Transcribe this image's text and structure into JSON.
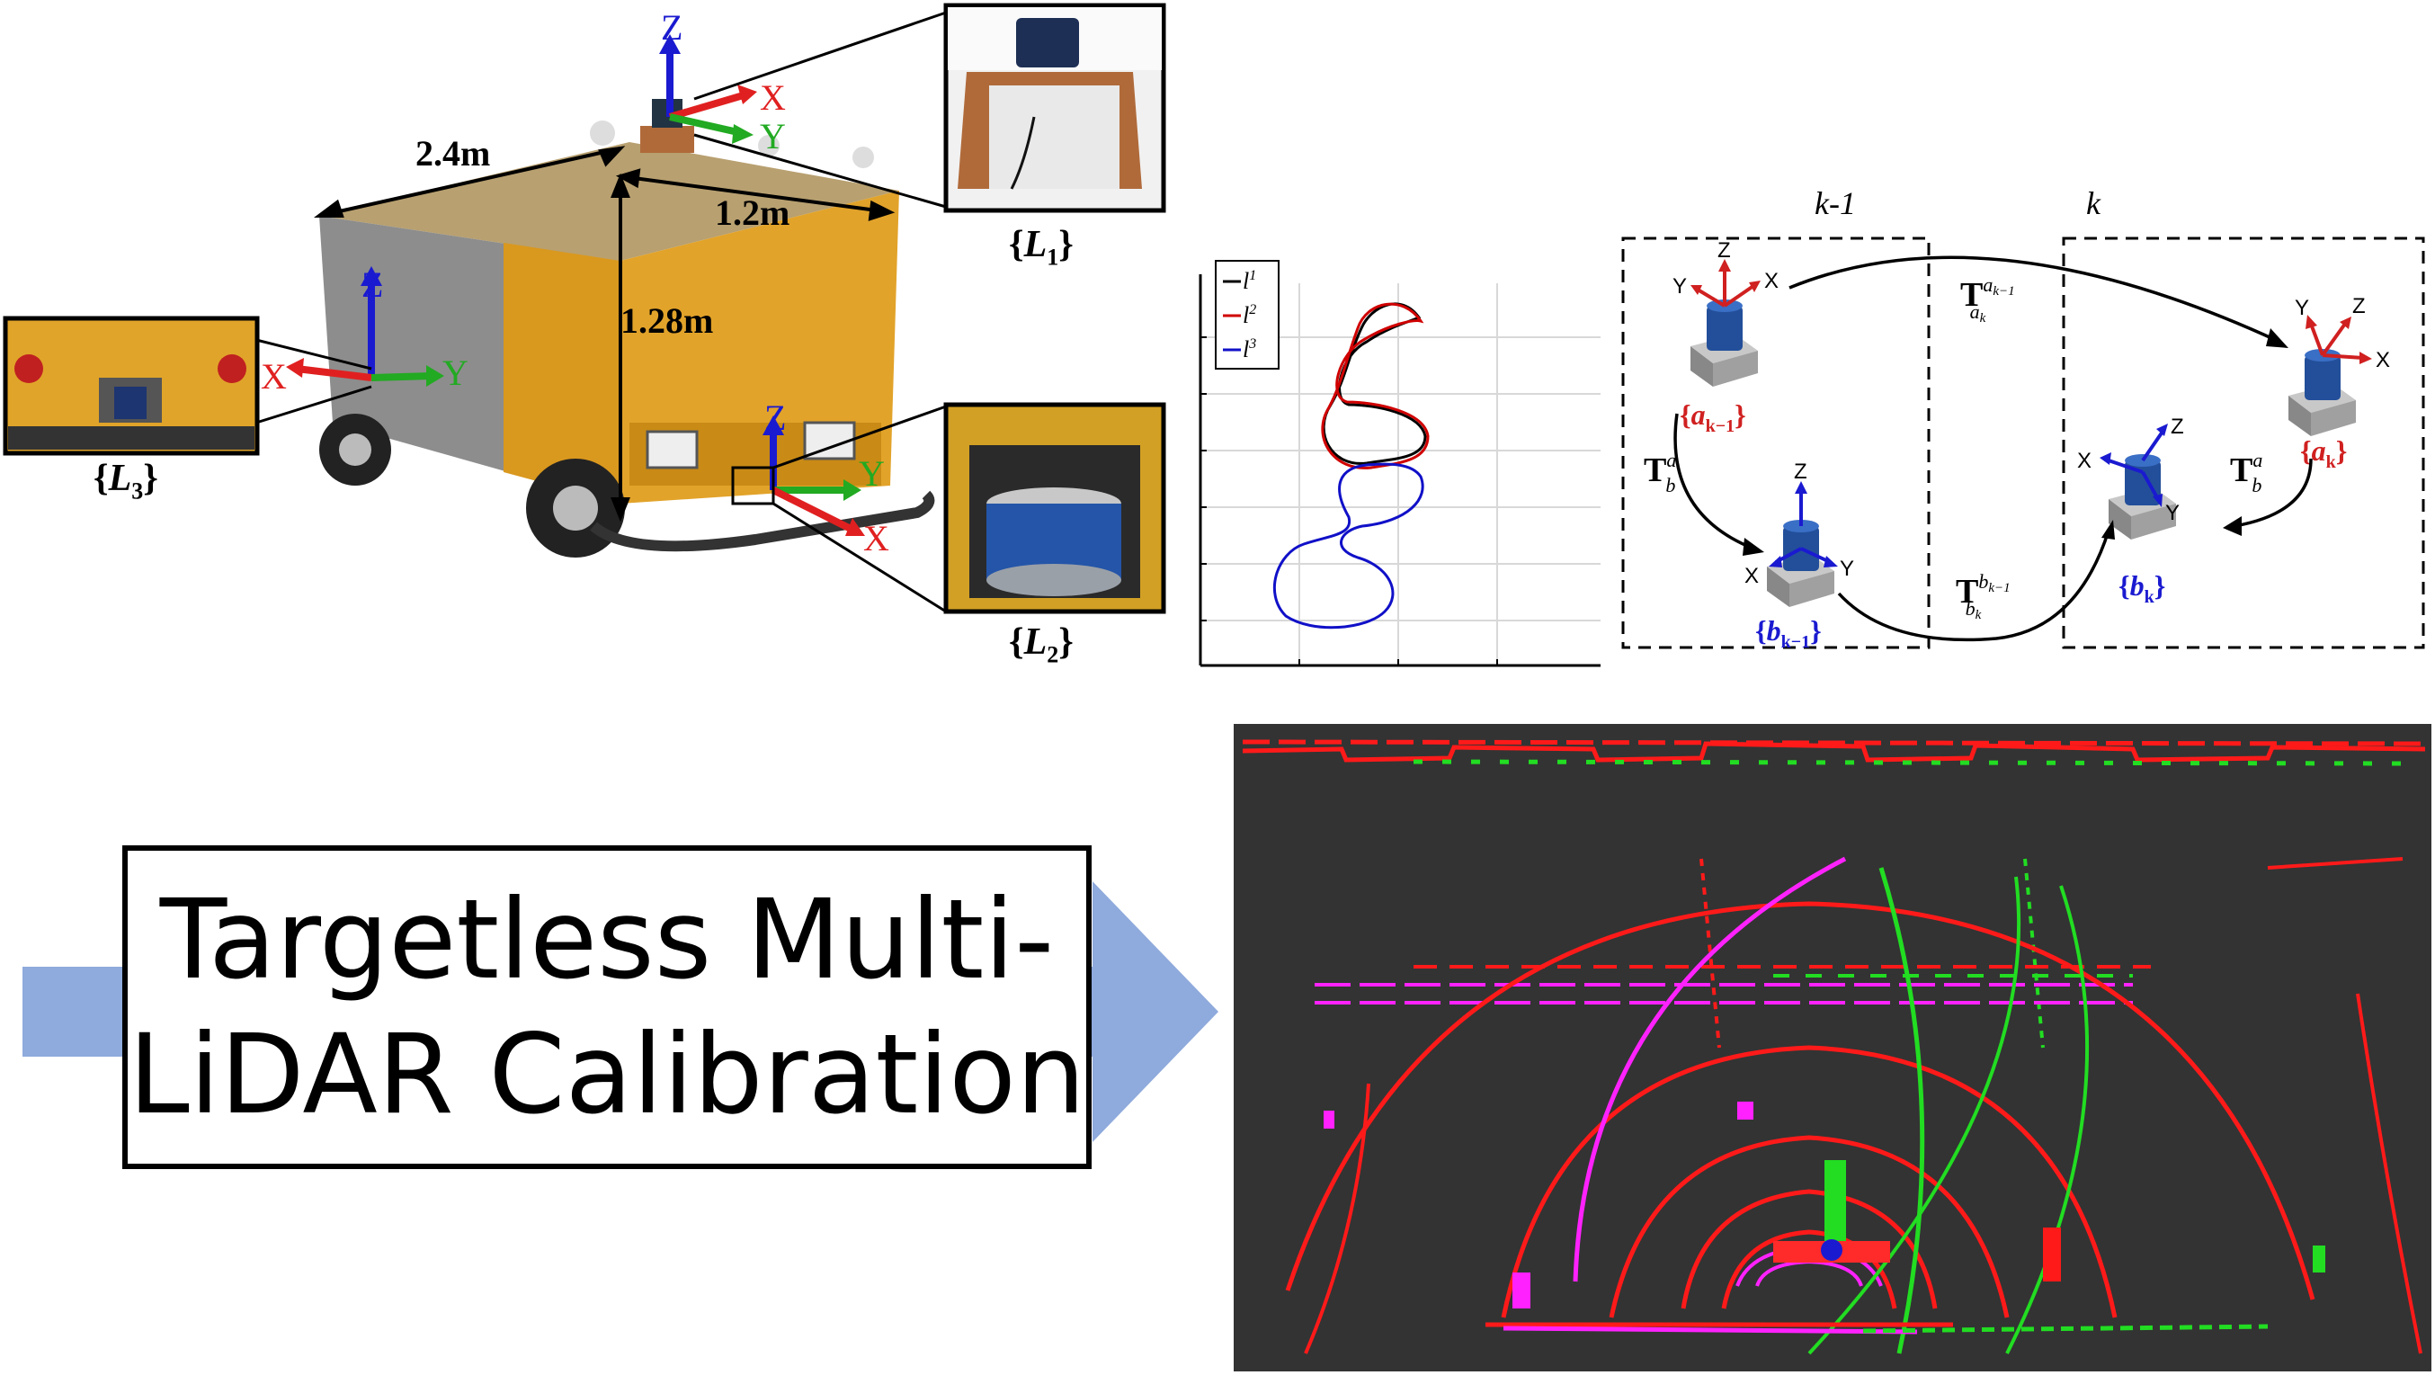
{
  "vehicle": {
    "dim_length": "2.4m",
    "dim_width": "1.2m",
    "dim_height": "1.28m",
    "axes": {
      "x": "X",
      "y": "Y",
      "z": "Z"
    }
  },
  "insets": {
    "l1": {
      "label": "L",
      "sub": "1"
    },
    "l2": {
      "label": "L",
      "sub": "2"
    },
    "l3": {
      "label": "L",
      "sub": "3"
    }
  },
  "trajectory_plot": {
    "legend": [
      {
        "name": "l",
        "sup": "1",
        "color": "#000000"
      },
      {
        "name": "l",
        "sup": "2",
        "color": "#d00000"
      },
      {
        "name": "l",
        "sup": "3",
        "color": "#1010c8"
      }
    ],
    "grid": true
  },
  "calibration_diagram": {
    "frame_prev": "k-1",
    "frame_curr": "k",
    "a_prev": "a",
    "a_prev_sub": "k−1",
    "a_curr": "a",
    "a_curr_sub": "k",
    "b_prev": "b",
    "b_prev_sub": "k−1",
    "b_curr": "b",
    "b_curr_sub": "k",
    "T": "T",
    "t_top_sup": "a",
    "t_top_sup_sub": "k−1",
    "t_top_sub": "a",
    "t_top_sub_sub": "k",
    "t_left_sup": "a",
    "t_left_sub": "b",
    "t_right_sup": "a",
    "t_right_sub": "b",
    "t_bottom_sup": "b",
    "t_bottom_sup_sub": "k−1",
    "t_bottom_sub": "b",
    "t_bottom_sub_sub": "k",
    "axes": {
      "x": "X",
      "y": "Y",
      "z": "Z"
    }
  },
  "title": {
    "line1": "Targetless Multi-",
    "line2": "LiDAR Calibration"
  },
  "colors": {
    "arrow": "#8faadc",
    "vehicle_body": "#e2a32a",
    "red_axis": "#e02020",
    "green_axis": "#22aa22",
    "blue_axis": "#1a1ad0",
    "pointcloud_bg": "#333333"
  }
}
